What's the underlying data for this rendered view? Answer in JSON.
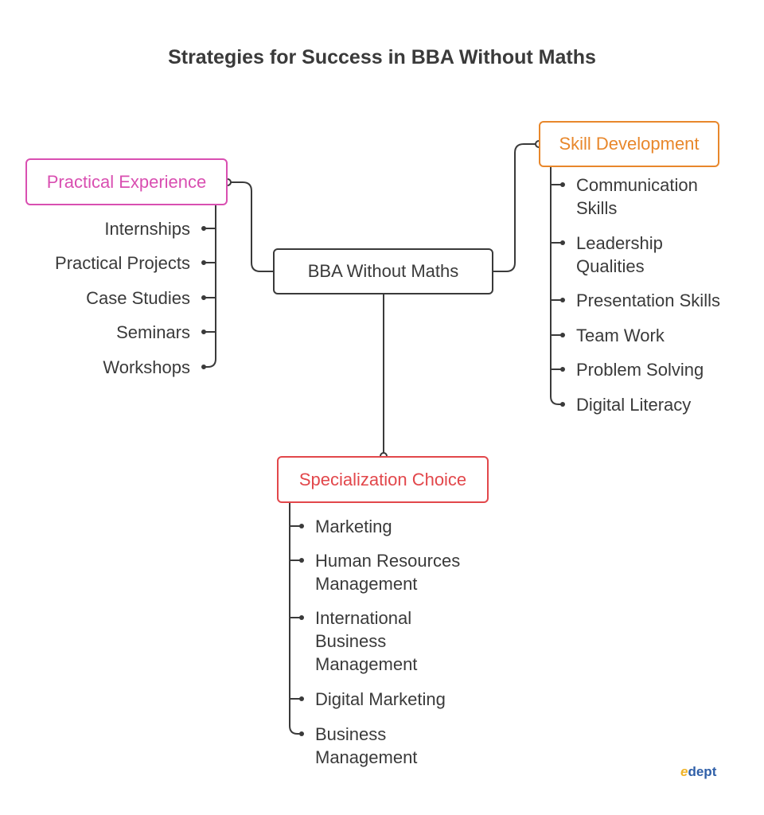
{
  "title": "Strategies for Success in BBA Without Maths",
  "center": {
    "label": "BBA Without Maths"
  },
  "practical_experience": {
    "label": "Practical Experience",
    "color": "#d94fb1",
    "items": [
      "Internships",
      "Practical Projects",
      "Case Studies",
      "Seminars",
      "Workshops"
    ]
  },
  "skill_development": {
    "label": "Skill Development",
    "color": "#e8872b",
    "items": [
      [
        "Communication",
        "Skills"
      ],
      [
        "Leadership",
        "Qualities"
      ],
      [
        "Presentation Skills"
      ],
      [
        "Team Work"
      ],
      [
        "Problem Solving"
      ],
      [
        "Digital Literacy"
      ]
    ]
  },
  "specialization_choice": {
    "label": "Specialization Choice",
    "color": "#e2474b",
    "items": [
      [
        "Marketing"
      ],
      [
        "Human Resources",
        "Management"
      ],
      [
        "International",
        "Business",
        "Management"
      ],
      [
        "Digital Marketing"
      ],
      [
        "Business",
        "Management"
      ]
    ]
  },
  "logo": {
    "mark": "e",
    "text": "dept"
  }
}
